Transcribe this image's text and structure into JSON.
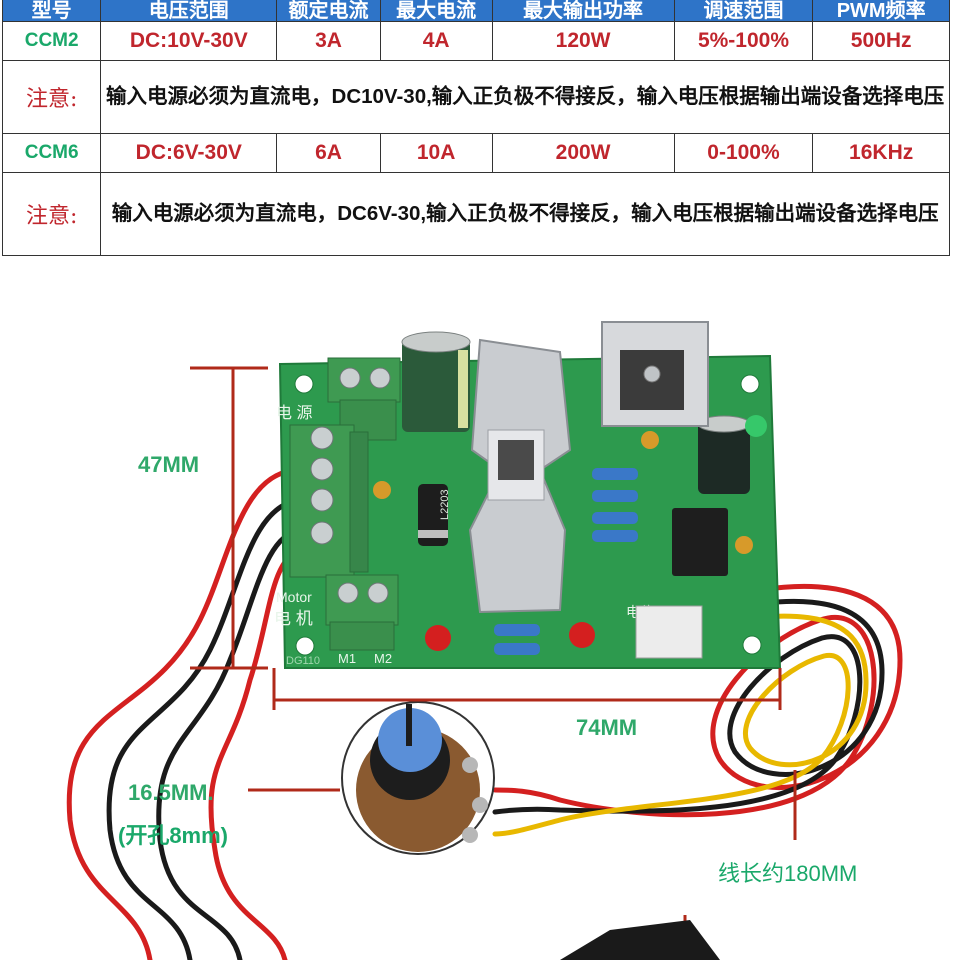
{
  "table": {
    "headers": [
      "型号",
      "电压范围",
      "额定电流",
      "最大电流",
      "最大输出功率",
      "调速范围",
      "PWM频率"
    ],
    "rows": [
      {
        "model": "CCM2",
        "voltage": "DC:10V-30V",
        "rated_current": "3A",
        "max_current": "4A",
        "max_power": "120W",
        "speed_range": "5%-100%",
        "pwm_freq": "500Hz",
        "note_label": "注意:",
        "note_text": "输入电源必须为直流电，DC10V-30,输入正负极不得接反，输入电压根据输出端设备选择电压"
      },
      {
        "model": "CCM6",
        "voltage": "DC:6V-30V",
        "rated_current": "6A",
        "max_current": "10A",
        "max_power": "200W",
        "speed_range": "0-100%",
        "pwm_freq": "16KHz",
        "note_label": "注意:",
        "note_text": "输入电源必须为直流电，DC6V-30,输入正负极不得接反，输入电压根据输出端设备选择电压"
      }
    ]
  },
  "photo": {
    "height_label": "47MM",
    "width_label": "74MM",
    "knob_label": "16.5MM.",
    "hole_label": "(开孔8mm)",
    "cable_label": "线长约180MM",
    "pcb_silk": {
      "power": "电 源",
      "motor_en": "Motor",
      "motor_cn": "电 机",
      "m1": "M1",
      "m2": "M2",
      "board_id": "DG110",
      "diode": "L2203",
      "pot": "电位器"
    },
    "colors": {
      "pcb": "#2d9a4e",
      "terminal": "#3f9a52",
      "dimension_line": "#b02a1a",
      "wire_red": "#d42020",
      "wire_black": "#1a1a1a",
      "wire_yellow": "#e8b800",
      "knob": "#5a8fd8"
    }
  }
}
